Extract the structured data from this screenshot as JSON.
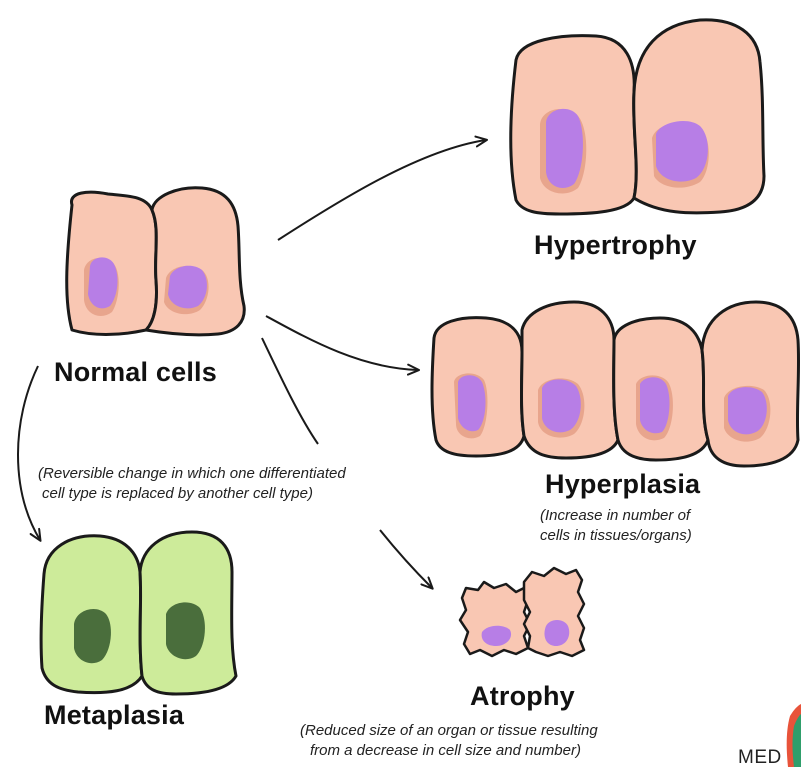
{
  "labels": {
    "normal": "Normal cells",
    "hypertrophy": "Hypertrophy",
    "hyperplasia": "Hyperplasia",
    "metaplasia": "Metaplasia",
    "atrophy": "Atrophy"
  },
  "notes": {
    "metaplasia_line1": "(Reversible change in which one differentiated",
    "metaplasia_line2": "cell type is replaced by another cell type)",
    "hyperplasia_line1": "(Increase in number of",
    "hyperplasia_line2": "cells in tissues/organs)",
    "atrophy_line1": "(Reduced size of an organ or tissue resulting",
    "atrophy_line2": "from a decrease in cell size and number)"
  },
  "watermark": "MED",
  "colors": {
    "normal_cell": "#f9c7b3",
    "normal_shadow": "#e8a58d",
    "nucleus": "#b77ee6",
    "metaplasia_cell": "#cdeb9a",
    "metaplasia_nucleus": "#4a6e3c",
    "outline": "#1a1a1a"
  }
}
